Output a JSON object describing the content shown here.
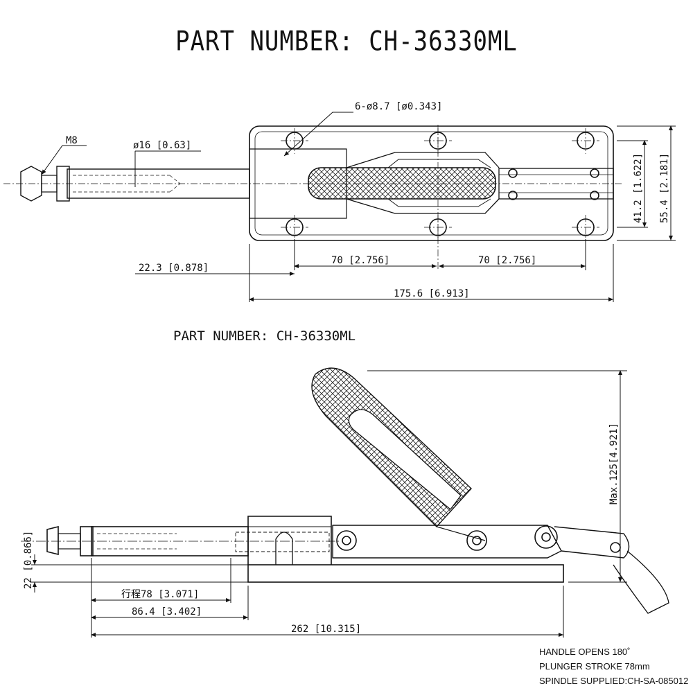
{
  "title": "PART NUMBER:  CH-36330ML",
  "subtitle": "PART NUMBER:  CH-36330ML",
  "top_view": {
    "holes_label": "6-ø8.7 [ø0.343]",
    "thread_label": "M8",
    "shaft_diameter_label": "ø16 [0.63]",
    "offset_label": "22.3 [0.878]",
    "pitch_left_label": "70 [2.756]",
    "pitch_right_label": "70 [2.756]",
    "overall_length_label": "175.6 [6.913]",
    "inner_height_label": "41.2 [1.622]",
    "outer_height_label": "55.4 [2.181]"
  },
  "side_view": {
    "base_height_label": "22 [0.866]",
    "stroke_label": "行程78 [3.071]",
    "plunger_label": "86.4 [3.402]",
    "overall_length_label": "262 [10.315]",
    "max_height_label": "Max.125[4.921]"
  },
  "notes": {
    "line1": "HANDLE OPENS 180˚",
    "line2": "PLUNGER STROKE 78mm",
    "line3": "SPINDLE SUPPLIED:CH-SA-085012"
  }
}
